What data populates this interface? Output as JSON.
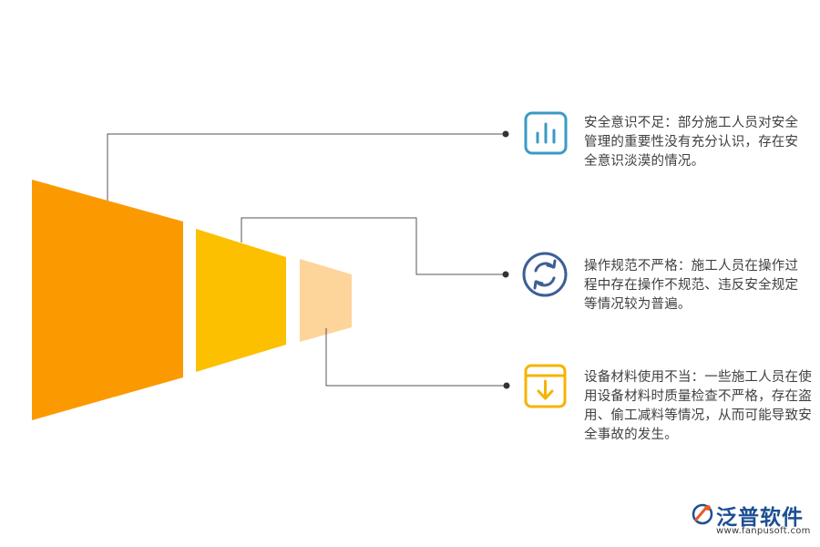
{
  "items": [
    {
      "text": "安全意识不足：部分施工人员对安全管理的重要性没有充分认识，存在安全意识淡漠的情况。",
      "icon": "bar-chart-icon",
      "color": "#3a9ac4"
    },
    {
      "text": "操作规范不严格：施工人员在操作过程中存在操作不规范、违反安全规定等情况较为普遍。",
      "icon": "refresh-icon",
      "color": "#3d5f95"
    },
    {
      "text": "设备材料使用不当：一些施工人员在使用设备材料时质量检查不严格，存在盗用、偷工减料等情况，从而可能导致安全事故的发生。",
      "icon": "download-box-icon",
      "color": "#f5b400"
    }
  ],
  "funnel_colors": [
    "#fb9a00",
    "#fcc000",
    "#fdd49a"
  ],
  "logo": {
    "name": "泛普软件",
    "url": "www.fanpusoft.com"
  }
}
